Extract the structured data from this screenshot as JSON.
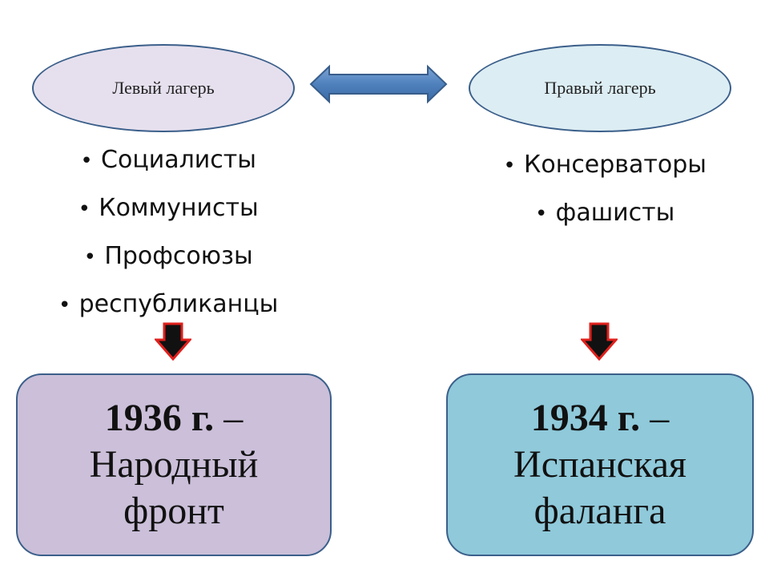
{
  "left_camp": {
    "label": "Левый лагерь",
    "items": [
      "Социалисты",
      "Коммунисты",
      "Профсоюзы",
      "республиканцы"
    ],
    "result_year": "1936 г.",
    "result_dash": " –",
    "result_line2": "Народный",
    "result_line3": "фронт"
  },
  "right_camp": {
    "label": "Правый лагерь",
    "items": [
      "Консерваторы",
      "фашисты"
    ],
    "result_year": "1934 г.",
    "result_dash": " –",
    "result_line2": "Испанская",
    "result_line3": "фаланга"
  },
  "bullet": "•",
  "colors": {
    "left_fill": "#e6e0ee",
    "right_fill": "#dcedf3",
    "left_box": "#cbbfd9",
    "right_box": "#8fc9da",
    "arrow_blue": "#4f81bd",
    "arrow_red": "#e0201c"
  }
}
